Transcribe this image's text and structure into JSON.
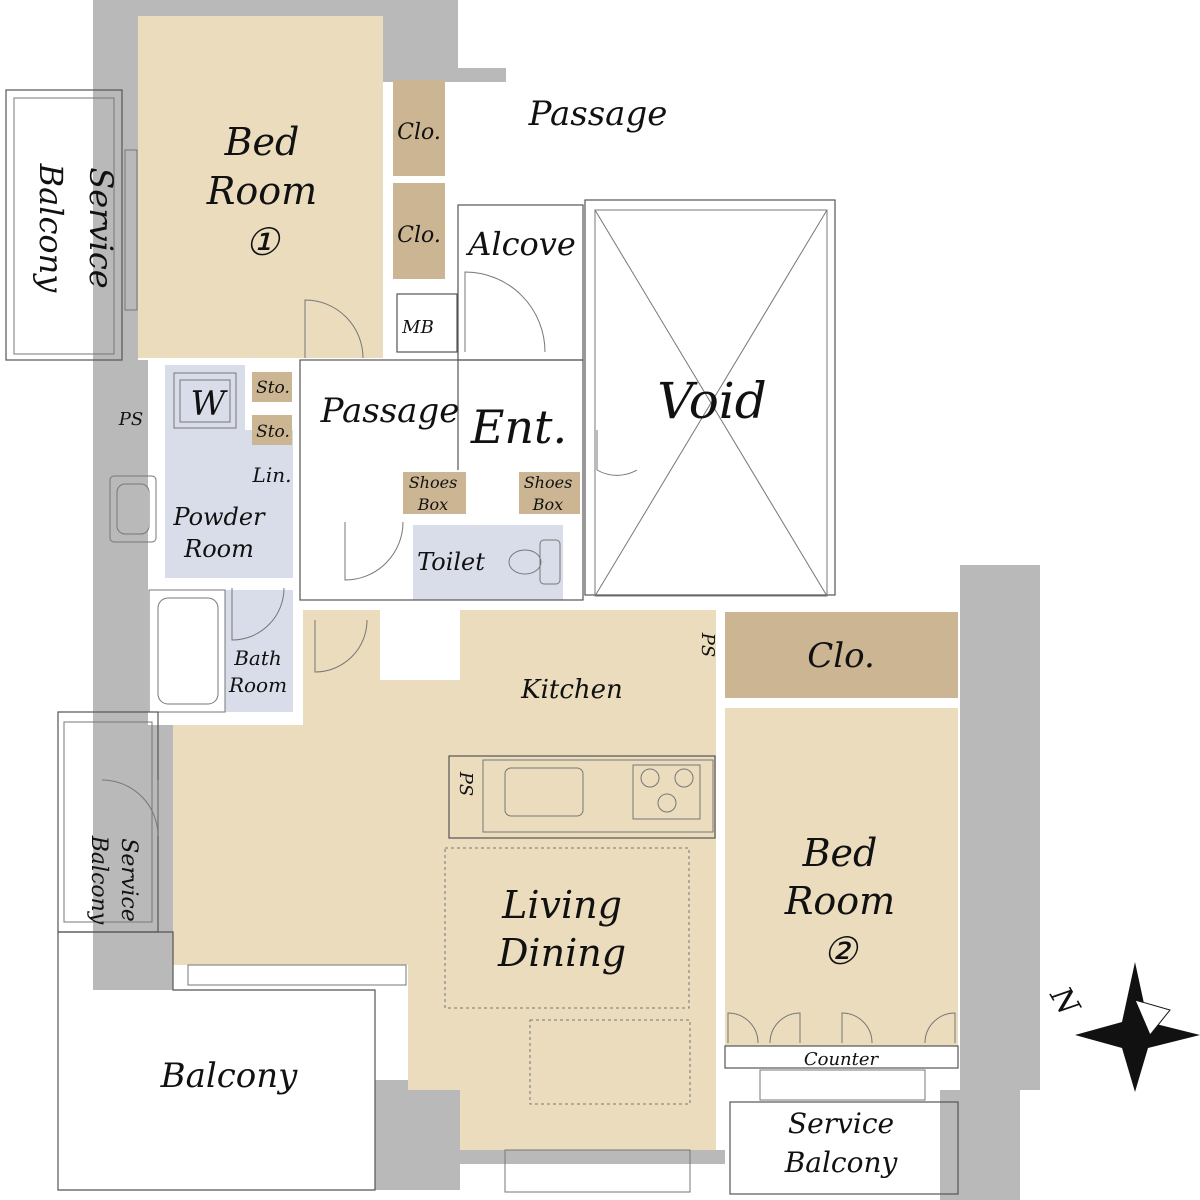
{
  "labels": {
    "passage_top": "Passage",
    "bedroom1_line1": "Bed",
    "bedroom1_line2": "Room",
    "bedroom1_num": "①",
    "closet_a": "Clo.",
    "closet_b": "Clo.",
    "alcove": "Alcove",
    "mb": "MB",
    "service_balcony_left_l1": "Service",
    "service_balcony_left_l2": "Balcony",
    "void": "Void",
    "w": "W",
    "storage_a": "Sto.",
    "storage_b": "Sto.",
    "passage_mid": "Passage",
    "entrance": "Ent.",
    "ps_top_left": "PS",
    "linen": "Lin.",
    "shoes_box_a_l1": "Shoes",
    "shoes_box_a_l2": "Box",
    "shoes_box_b_l1": "Shoes",
    "shoes_box_b_l2": "Box",
    "powder_l1": "Powder",
    "powder_l2": "Room",
    "toilet": "Toilet",
    "bath_l1": "Bath",
    "bath_l2": "Room",
    "ps_kitchen_right": "PS",
    "closet_bedroom2": "Clo.",
    "kitchen": "Kitchen",
    "ps_kitchen_counter": "PS",
    "service_balcony_mid_l1": "Service",
    "service_balcony_mid_l2": "Balcony",
    "living_l1": "Living",
    "living_l2": "Dining",
    "bedroom2_line1": "Bed",
    "bedroom2_line2": "Room",
    "bedroom2_num": "②",
    "compass_n": "N",
    "counter": "Counter",
    "balcony": "Balcony",
    "service_balcony_bottom_l1": "Service",
    "service_balcony_bottom_l2": "Balcony"
  },
  "colors": {
    "wall": "#b9b9b9",
    "room_tan": "#eadcbd",
    "closet_tan": "#cbb592",
    "wet_area_blue": "#d9dde9"
  }
}
